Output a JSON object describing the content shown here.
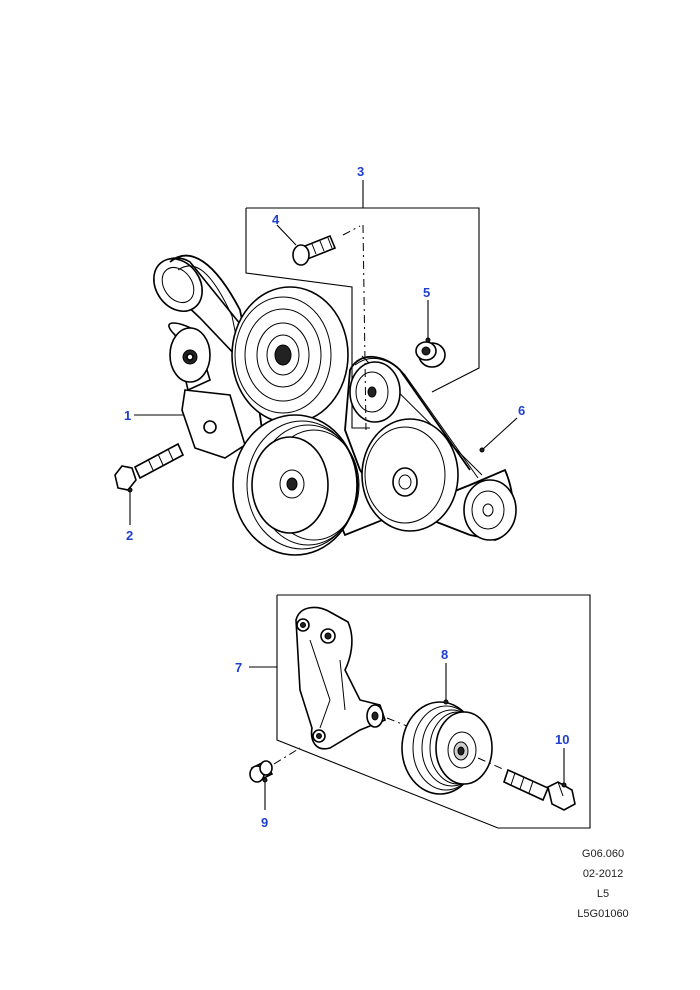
{
  "callouts": [
    "1",
    "2",
    "3",
    "4",
    "5",
    "6",
    "7",
    "8",
    "9",
    "10"
  ],
  "reference": {
    "code": "G06.060",
    "date": "02-2012",
    "model": "L5",
    "illustration": "L5G01060"
  },
  "colors": {
    "callout": "#1f3fd0",
    "line": "#000000",
    "background": "#ffffff"
  }
}
